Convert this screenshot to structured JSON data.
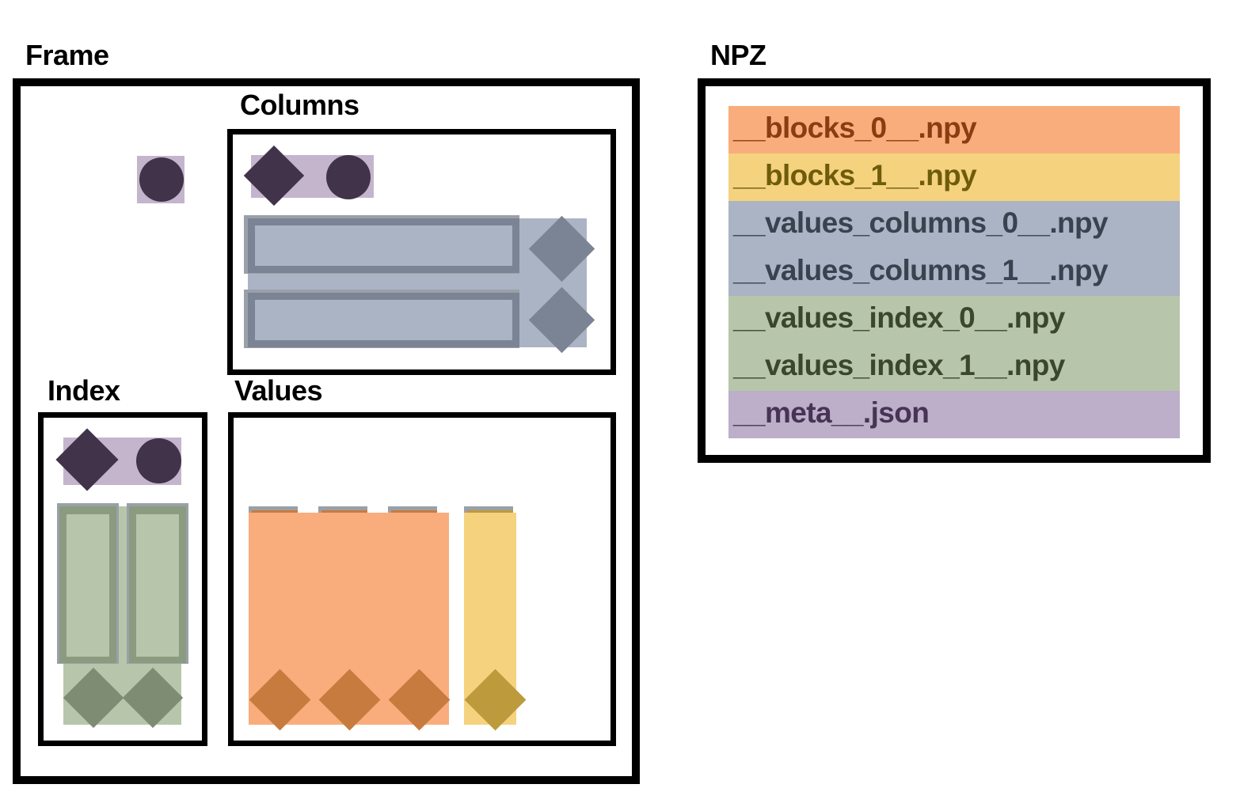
{
  "diagram": {
    "title_frame": "Frame",
    "title_npz": "NPZ",
    "frame": {
      "label": "Frame",
      "sections": [
        {
          "label": "Columns"
        },
        {
          "label": "Index"
        },
        {
          "label": "Values"
        }
      ]
    },
    "npz": {
      "label": "NPZ",
      "files": [
        {
          "name": "__blocks_0__.npy",
          "bg": "#f9ad7c",
          "fg": "#8a3c12"
        },
        {
          "name": "__blocks_1__.npy",
          "bg": "#f5d27e",
          "fg": "#6e5c0c"
        },
        {
          "name": "__values_columns_0__.npy",
          "bg": "#aab4c4",
          "fg": "#39424f"
        },
        {
          "name": "__values_columns_1__.npy",
          "bg": "#aab4c4",
          "fg": "#39424f"
        },
        {
          "name": "__values_index_0__.npy",
          "bg": "#b7c6ab",
          "fg": "#3a472b"
        },
        {
          "name": "__values_index_1__.npy",
          "bg": "#b7c6ab",
          "fg": "#3a472b"
        },
        {
          "name": "__meta__.json",
          "bg": "#bdaec9",
          "fg": "#473455"
        }
      ]
    },
    "palette": {
      "black": "#000000",
      "white": "#ffffff",
      "lavender_light": "#c4b4cc",
      "lavender_dark": "#40334a",
      "bluegray_light": "#aab4c4",
      "bluegray_dark": "#7a8494",
      "gray_shadow": "#9aa0a8",
      "green_light": "#b7c6ab",
      "green_dark": "#7d8c73",
      "green_mid": "#8a9b80",
      "orange_light": "#f9ad7c",
      "orange_dark": "#c87b3e",
      "yellow_light": "#f5d27e",
      "yellow_dark": "#bd9a3c"
    }
  }
}
